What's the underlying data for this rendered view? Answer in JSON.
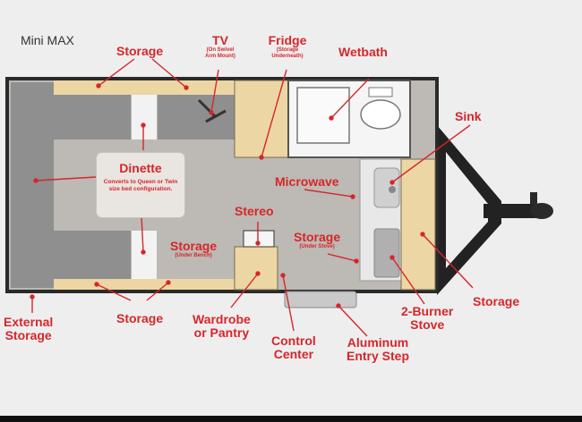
{
  "title": "Mini MAX",
  "colors": {
    "label_red": "#d6262b",
    "frame_dark": "#2a2a2a",
    "floor": "#b9b5b0",
    "cushion_gray": "#8f8f8f",
    "wood": "#ecd6a4",
    "wall_white": "#f5f5f5"
  },
  "labels": {
    "storage_top": "Storage",
    "tv": "TV",
    "tv_sub": "(On Swivel Arm Mount)",
    "fridge": "Fridge",
    "fridge_sub": "(Storage Underneath)",
    "wetbath": "Wetbath",
    "sink": "Sink",
    "dinette": "Dinette",
    "dinette_sub": "Converts to Queen or Twin size bed configuration.",
    "microwave": "Microwave",
    "stereo": "Stereo",
    "storage_bench": "Storage",
    "storage_bench_sub": "(Under Bench)",
    "storage_stove": "Storage",
    "storage_stove_sub": "(Under Stove)",
    "storage_tongue": "Storage",
    "external_storage_1": "External",
    "external_storage_2": "Storage",
    "storage_bottom": "Storage",
    "wardrobe_1": "Wardrobe",
    "wardrobe_2": "or Pantry",
    "control_1": "Control",
    "control_2": "Center",
    "step_1": "Aluminum",
    "step_2": "Entry Step",
    "burner_1": "2-Burner",
    "burner_2": "Stove"
  }
}
